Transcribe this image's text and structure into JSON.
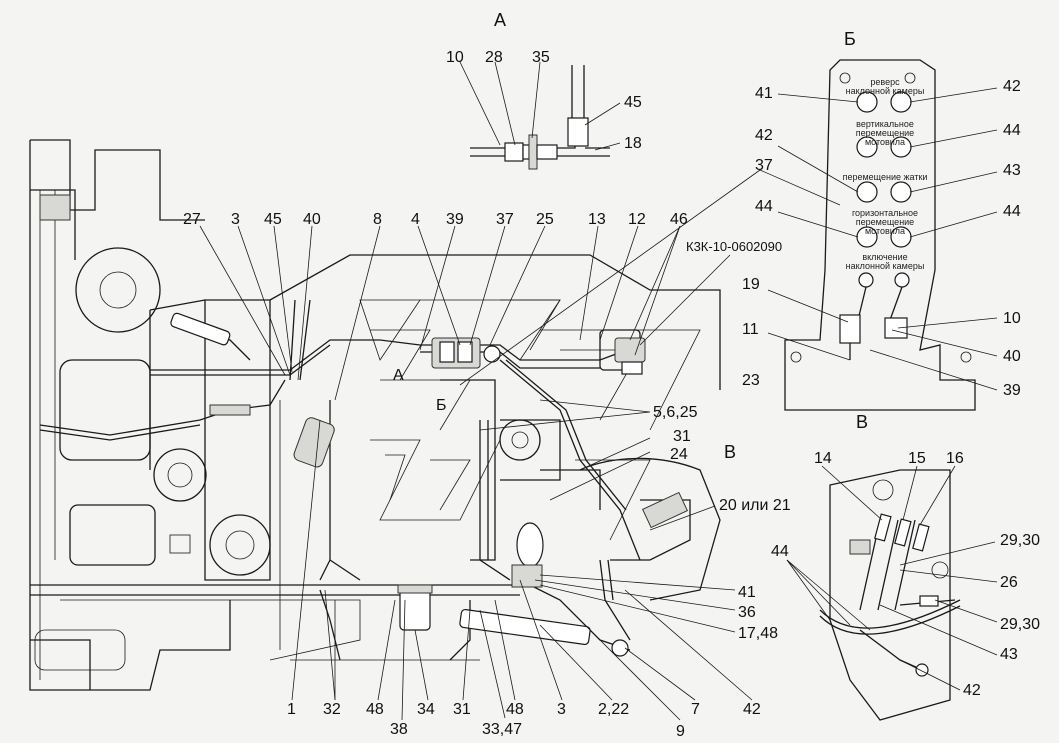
{
  "views": {
    "A": "А",
    "B": "Б",
    "V": "В"
  },
  "part_code": "К3К-10-0602090",
  "arrows": {
    "a": "А",
    "b": "Б"
  },
  "panel_labels": {
    "revers_1": "реверс",
    "revers_2": "наклонной камеры",
    "vert_1": "вертикальное",
    "vert_2": "перемещение мотовила",
    "zhatka": "перемещение жатки",
    "horiz_1": "горизонтальное",
    "horiz_2": "перемещение мотовила",
    "vkl_1": "включение",
    "vkl_2": "наклонной камеры"
  },
  "callouts": {
    "a_10": "10",
    "a_28": "28",
    "a_35": "35",
    "a_45": "45",
    "a_18": "18",
    "m_27": "27",
    "m_3": "3",
    "m_45": "45",
    "m_40": "40",
    "m_8": "8",
    "m_4": "4",
    "m_39": "39",
    "m_37": "37",
    "m_25": "25",
    "m_13": "13",
    "m_12": "12",
    "m_46": "46",
    "m_37b": "37",
    "b_41": "41",
    "b_42": "42",
    "b_42b": "42",
    "b_44": "44",
    "b_43": "43",
    "b_44b": "44",
    "b_44c": "44",
    "b_19": "19",
    "b_10": "10",
    "b_11": "11",
    "b_40": "40",
    "b_23": "23",
    "b_39": "39",
    "m_5625": "5,6,25",
    "m_31": "31",
    "m_24": "24",
    "m_2021": "20 или 21",
    "m_41": "41",
    "m_36": "36",
    "m_1748": "17,48",
    "v_14": "14",
    "v_15": "15",
    "v_16": "16",
    "v_2930a": "29,30",
    "v_44": "44",
    "v_26": "26",
    "v_2930b": "29,30",
    "v_43": "43",
    "v_42": "42",
    "bt_1": "1",
    "bt_32": "32",
    "bt_48": "48",
    "bt_38": "38",
    "bt_34": "34",
    "bt_31": "31",
    "bt_3347": "33,47",
    "bt_48b": "48",
    "bt_3": "3",
    "bt_222": "2,22",
    "bt_9": "9",
    "bt_7": "7",
    "bt_42": "42"
  }
}
